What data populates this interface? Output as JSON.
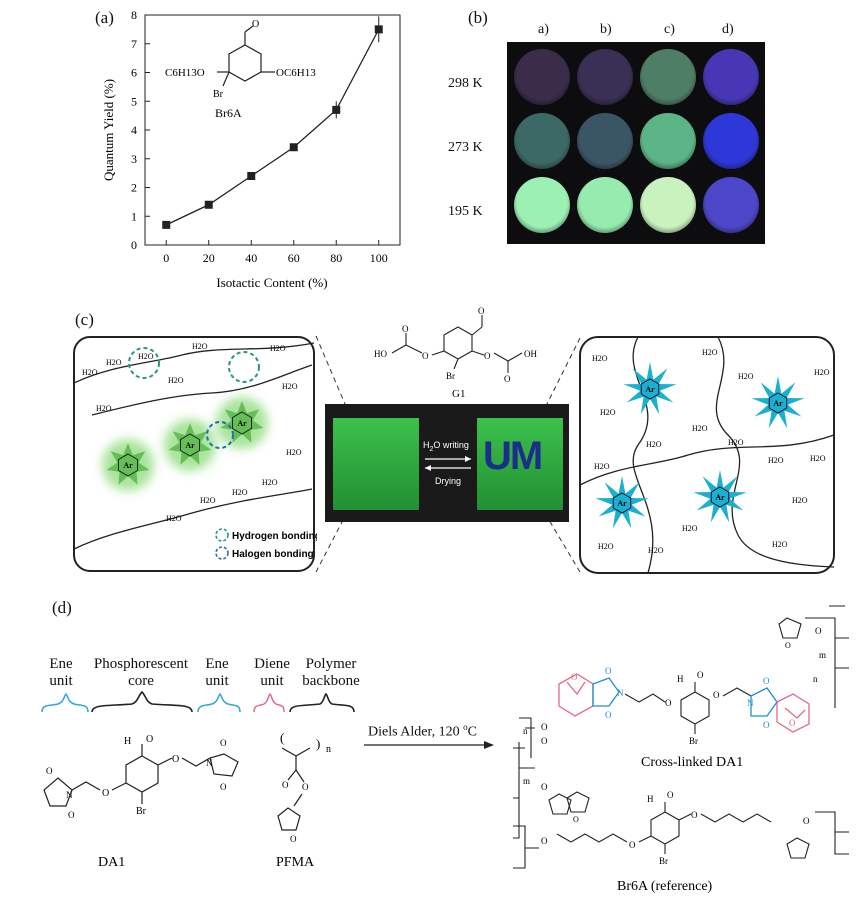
{
  "panels": {
    "a": "(a)",
    "b": "(b)",
    "c": "(c)",
    "d": "(d)"
  },
  "chart_data": {
    "type": "line",
    "xlabel": "Isotactic Content (%)",
    "ylabel": "Quantum Yield (%)",
    "xlim": [
      -10,
      110
    ],
    "ylim": [
      0,
      8
    ],
    "x_ticks": [
      "0",
      "20",
      "40",
      "60",
      "80",
      "100"
    ],
    "y_ticks": [
      "0",
      "1",
      "2",
      "3",
      "4",
      "5",
      "6",
      "7",
      "8"
    ],
    "x": [
      0,
      20,
      40,
      60,
      80,
      100
    ],
    "y": [
      0.7,
      1.4,
      2.4,
      3.4,
      4.7,
      7.5
    ],
    "yerr": [
      0.05,
      0.08,
      0.08,
      0.12,
      0.3,
      0.45
    ],
    "grid": false,
    "marker": "square",
    "annotation": {
      "left_group": "C6H13O",
      "right_group": "OC6H13",
      "substituent": "Br",
      "name": "Br6A"
    }
  },
  "panel_b": {
    "columns": [
      "a)",
      "b)",
      "c)",
      "d)"
    ],
    "rows": [
      "298 K",
      "273 K",
      "195 K"
    ],
    "colors": {
      "background": "#0d0d0f",
      "row0": [
        "#3b2c4a",
        "#3a2f55",
        "#4e7e66",
        "#4737b5"
      ],
      "row1": [
        "#3c6866",
        "#3a5665",
        "#5bb586",
        "#2e37d8"
      ],
      "row2": [
        "#9df0b4",
        "#95ecae",
        "#c8f3bf",
        "#4c46c8"
      ]
    }
  },
  "panel_c": {
    "molecule_label": "G1",
    "arrow_top": "H2O writing",
    "arrow_bottom": "Drying",
    "written_text": "UM",
    "core_label": "Ar",
    "legend": {
      "hydrogen": "Hydrogen bonding",
      "halogen": "Halogen bonding"
    },
    "water": "H2O",
    "colors": {
      "green_glow": "#6fd15a",
      "cyan_star": "#1ab1d0",
      "photo_green": "#2aa33c",
      "hydrogen_circle": "#1f9c6f",
      "halogen_circle": "#1f6fb0"
    }
  },
  "panel_d": {
    "ene_unit": "Ene unit",
    "phosphorescent_core": "Phosphorescent core",
    "ene_unit_right": "Ene unit",
    "diene_unit": "Diene unit",
    "polymer_backbone": "Polymer backbone",
    "da1": "DA1",
    "pfma": "PFMA",
    "reaction": "Diels Alder, 120 °C",
    "crosslinked": "Cross-linked DA1",
    "reference": "Br6A (reference)",
    "atom_br": "Br",
    "atom_o": "O",
    "atom_n": "N",
    "subscript_n": "n",
    "colors": {
      "ene": "#2fa6d6",
      "diene": "#e06b84",
      "imide": "#1e8fd0"
    }
  }
}
